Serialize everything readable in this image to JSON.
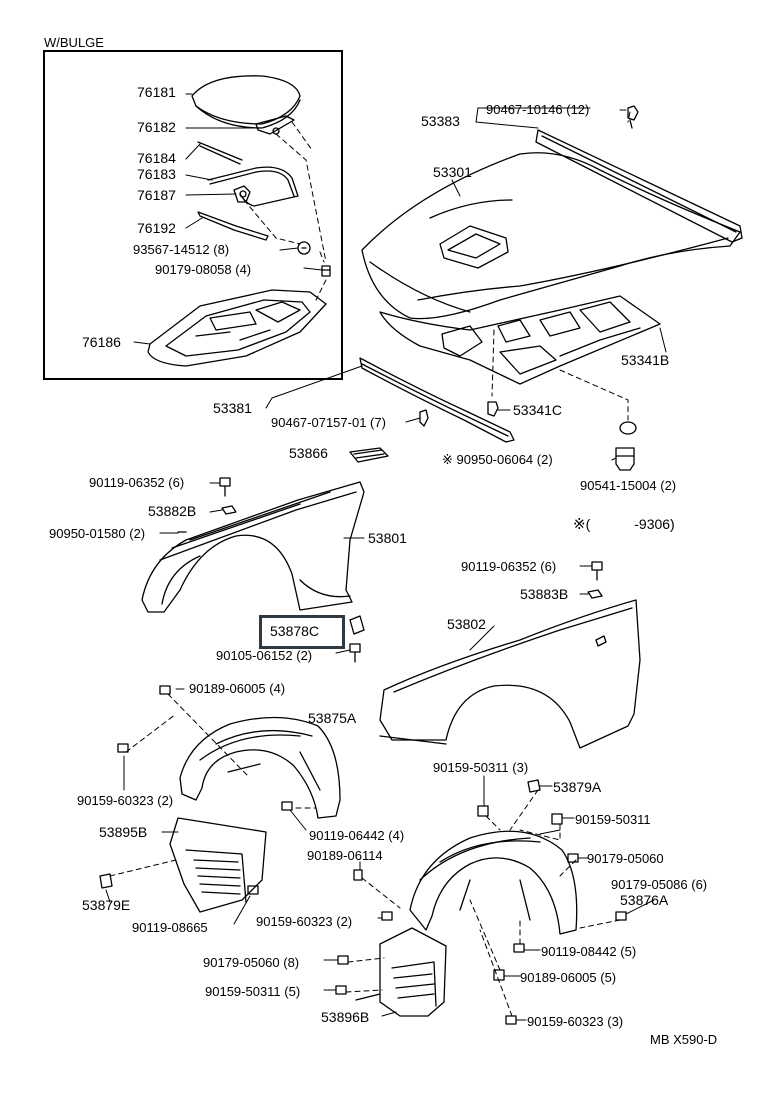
{
  "inset": {
    "title": "W/BULGE",
    "labels": {
      "l76181": "76181",
      "l76182": "76182",
      "l76184": "76184",
      "l76183": "76183",
      "l76187": "76187",
      "l76192": "76192",
      "l93567": "93567-14512 (8)",
      "l90179a": "90179-08058 (4)",
      "l76186": "76186"
    }
  },
  "hood": {
    "labels": {
      "l53383": "53383",
      "l90467a": "90467-10146 (12)",
      "l53301": "53301",
      "l53341B": "53341B",
      "l53381": "53381",
      "l90467b": "90467-07157-01 (7)",
      "l53341C": "53341C",
      "l53866": "53866",
      "l90950a": "90950-06064 (2)",
      "l90541": "90541-15004 (2)"
    }
  },
  "fender_left": {
    "labels": {
      "l90119a": "90119-06352 (6)",
      "l53882B": "53882B",
      "l90950b": "90950-01580 (2)",
      "l53801": "53801",
      "l53878C": "53878C",
      "l90105": "90105-06152 (2)"
    }
  },
  "fender_right": {
    "labels": {
      "l90119b": "90119-06352 (6)",
      "l53883B": "53883B",
      "l53802": "53802"
    }
  },
  "liners": {
    "labels": {
      "l90189a": "90189-06005 (4)",
      "l53875A": "53875A",
      "l90159a": "90159-60323 (2)",
      "l90119c": "90119-06442 (4)",
      "l53895B": "53895B",
      "l90189b": "90189-06114",
      "l53879E": "53879E",
      "l90119d": "90119-08665",
      "l90159b": "90159-60323 (2)",
      "l90179b": "90179-05060 (8)",
      "l90159c": "90159-50311 (5)",
      "l53896B": "53896B",
      "l90159d": "90159-50311 (3)",
      "l53879A": "53879A",
      "l90159e": "90159-50311",
      "l90179c": "90179-05060",
      "l90179d": "90179-05086 (6)",
      "l53876A": "53876A",
      "l90119e": "90119-08442 (5)",
      "l90189c": "90189-06005 (5)",
      "l90159f": "90159-60323 (3)"
    }
  },
  "legend": {
    "symbol": "※",
    "open": "(",
    "value": "-9306)"
  },
  "footer": "MB  X590-D"
}
